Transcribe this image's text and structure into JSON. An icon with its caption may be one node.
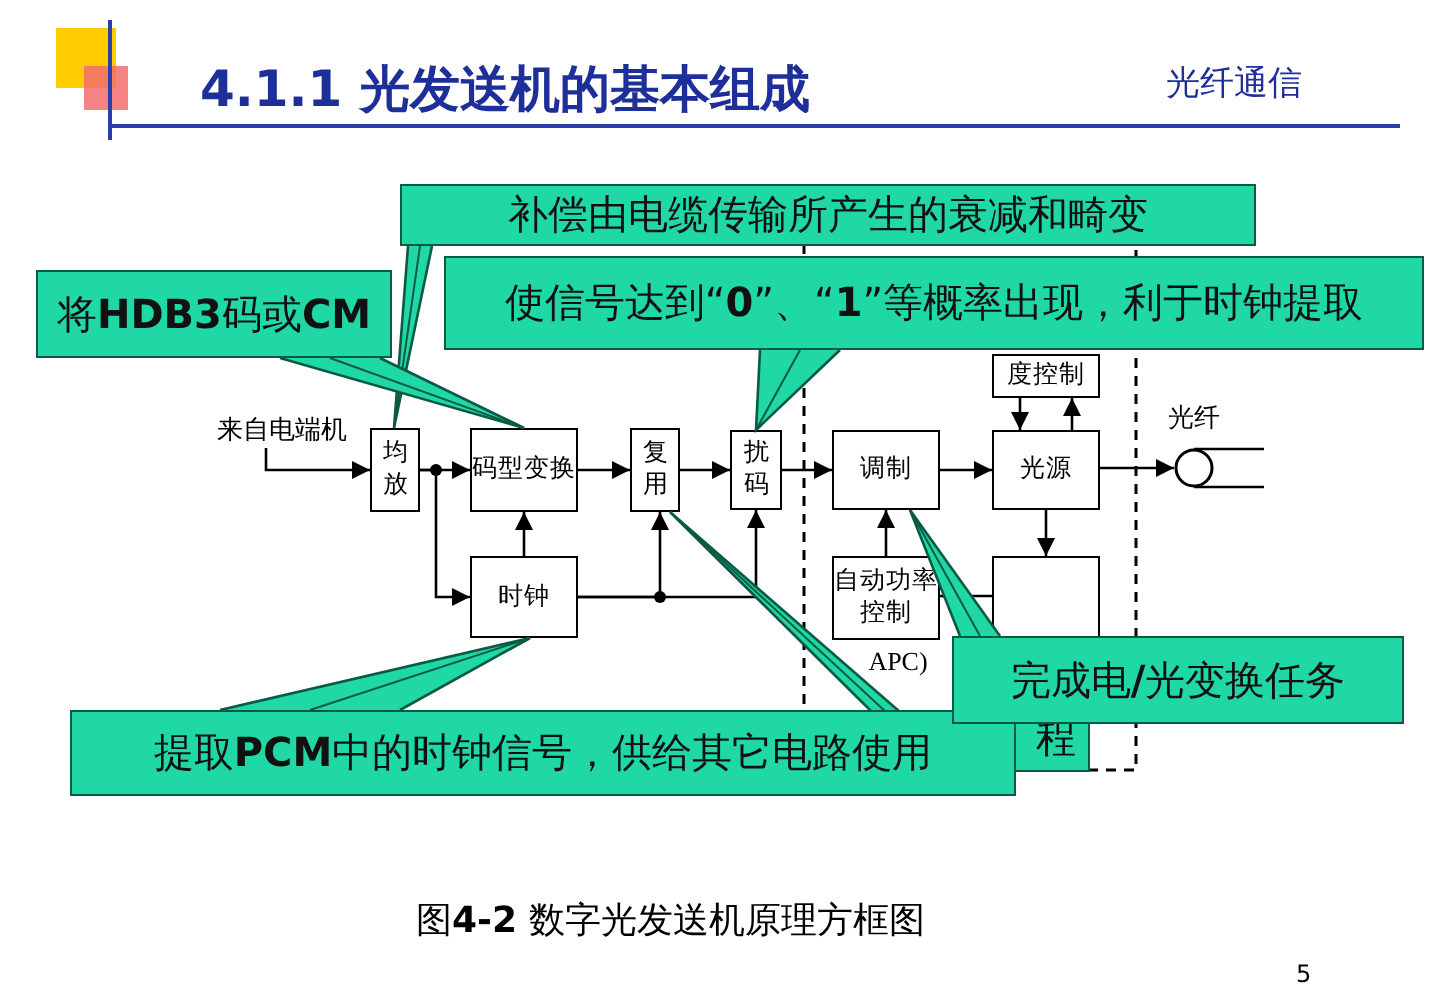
{
  "diagram": {
    "title": "4.1.1 光发送机的基本组成",
    "caption": "图**4-2** 数字光发送机原理方框图",
    "nodes": [
      {
        "text": [
          "补偿由电缆传输所产生的衰减和畸变"
        ]
      },
      {
        "text": [
          "将**HDB3**码或**CM**"
        ]
      },
      {
        "text": [
          "使信号达到“**0**”、“**1**”等概率出现，利于时钟提取"
        ]
      },
      {
        "text": [
          "度控制"
        ]
      },
      {
        "text": [
          "来自电端机"
        ]
      },
      {
        "text": [
          "均放"
        ]
      },
      {
        "text": [
          "码型变换"
        ]
      },
      {
        "text": [
          "复用"
        ]
      },
      {
        "text": [
          "扰码"
        ]
      },
      {
        "text": [
          "调制"
        ]
      },
      {
        "text": [
          "光源"
        ]
      },
      {
        "text": [],
        "shape": "circle",
        "beside": [
          "光纤"
        ]
      },
      {
        "text": [
          "时钟"
        ]
      },
      {
        "text": [
          "自动功率控制"
        ],
        "beside": [
          "APC)"
        ]
      },
      {
        "text": [],
        "shape": "box"
      },
      {
        "text": [
          "完成电**/**光变换任务"
        ]
      },
      {
        "text": [
          "程"
        ]
      },
      {
        "text": [
          "提取**PCM**中的时钟信号，供给其它电路使用"
        ]
      }
    ],
    "edges": [
      {
        "from": 4,
        "to": 5,
        "arrow": "to"
      },
      {
        "from": 5,
        "to": 6,
        "arrow": "to"
      },
      {
        "from": 5,
        "to": 12,
        "arrow": "to"
      },
      {
        "from": 12,
        "to": 6,
        "arrow": "to"
      },
      {
        "from": 6,
        "to": 7,
        "arrow": "to"
      },
      {
        "from": 12,
        "to": 7,
        "arrow": "to"
      },
      {
        "from": 12,
        "to": 8,
        "arrow": "to"
      },
      {
        "from": 7,
        "to": 8,
        "arrow": "to"
      },
      {
        "from": 8,
        "to": 9,
        "arrow": "to"
      },
      {
        "from": 9,
        "to": 10,
        "arrow": "to"
      },
      {
        "from": 10,
        "to": 11,
        "arrow": "to"
      },
      {
        "from": 3,
        "to": 10,
        "arrow": "to"
      },
      {
        "from": 10,
        "to": 3,
        "arrow": "to"
      },
      {
        "from": 10,
        "to": 14,
        "arrow": "to"
      },
      {
        "from": 14,
        "to": 13,
        "arrow": "to"
      },
      {
        "from": 13,
        "to": 9,
        "arrow": "to"
      },
      {
        "from": 0,
        "to": 5,
        "arrow": "none"
      },
      {
        "from": 1,
        "to": 6,
        "arrow": "none"
      },
      {
        "from": 2,
        "to": 8,
        "arrow": "none"
      },
      {
        "from": 17,
        "to": 12,
        "arrow": "none"
      },
      {
        "from": 15,
        "to": 9,
        "arrow": "none"
      },
      {
        "from": 16,
        "to": 7,
        "arrow": "none"
      }
    ],
    "labels": [
      "光纤通信",
      "5"
    ]
  }
}
